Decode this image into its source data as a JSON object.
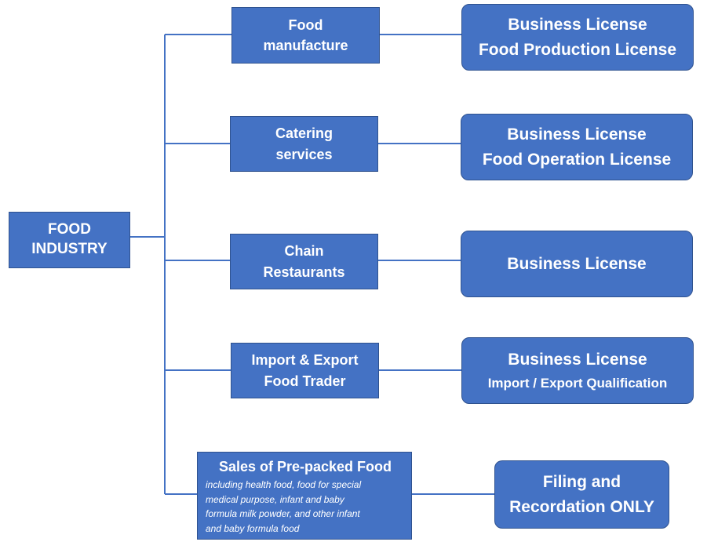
{
  "colors": {
    "box_fill": "#4472C4",
    "box_border": "#2F528F",
    "connector": "#4472C4",
    "text": "#FFFFFF"
  },
  "root": {
    "lines": [
      "FOOD",
      "INDUSTRY"
    ]
  },
  "branches": [
    {
      "category": [
        "Food",
        "manufacture"
      ],
      "licenses": [
        "Business License",
        "Food Production License"
      ]
    },
    {
      "category": [
        "Catering",
        "services"
      ],
      "licenses": [
        "Business License",
        "Food Operation License"
      ]
    },
    {
      "category": [
        "Chain",
        "Restaurants"
      ],
      "licenses": [
        "Business License"
      ]
    },
    {
      "category": [
        "Import & Export",
        "Food Trader"
      ],
      "licenses": [
        "Business License"
      ],
      "license_detail": "Import / Export Qualification"
    },
    {
      "category_title": "Sales of Pre-packed Food",
      "category_detail": [
        "including health food, food for special",
        "medical purpose, infant and baby",
        "formula milk powder, and other infant",
        "and baby formula food"
      ],
      "licenses": [
        "Filing and",
        "Recordation ONLY"
      ]
    }
  ]
}
